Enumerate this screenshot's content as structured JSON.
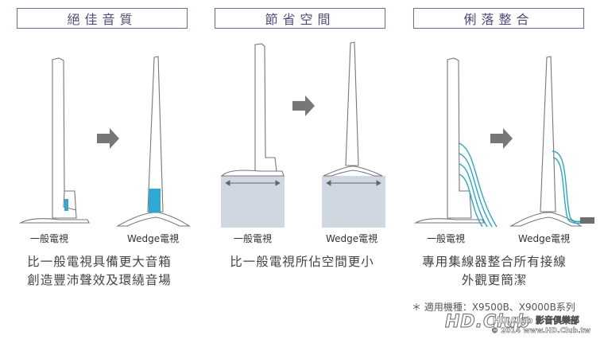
{
  "panels": [
    {
      "title": "絕佳音質",
      "label_left": "一般電視",
      "label_right": "Wedge電視",
      "caption": [
        "比一般電視具備更大音箱",
        "創造豐沛聲效及環繞音場"
      ]
    },
    {
      "title": "節省空間",
      "label_left": "一般電視",
      "label_right": "Wedge電視",
      "caption": [
        "比一般電視所佔空間更小"
      ]
    },
    {
      "title": "俐落整合",
      "label_left": "一般電視",
      "label_right": "Wedge電視",
      "caption": [
        "專用集線器整合所有接線",
        "外觀更簡潔"
      ]
    }
  ],
  "footnote": "＊ 適用機種：X9500B、X9000B系列",
  "watermark": {
    "logo": "HD.Club",
    "name": "HD.Club 影音俱樂部",
    "copyright": "© 2014 www.HD.Club.tw"
  },
  "colors": {
    "frame": "#6f6a9a",
    "speaker": "#2fa8d5",
    "cable": "#2ba6cf",
    "arrow": "#777777",
    "footprint": "#cfd8e0"
  },
  "icons": [
    "right-arrow-icon",
    "double-arrow-icon"
  ]
}
